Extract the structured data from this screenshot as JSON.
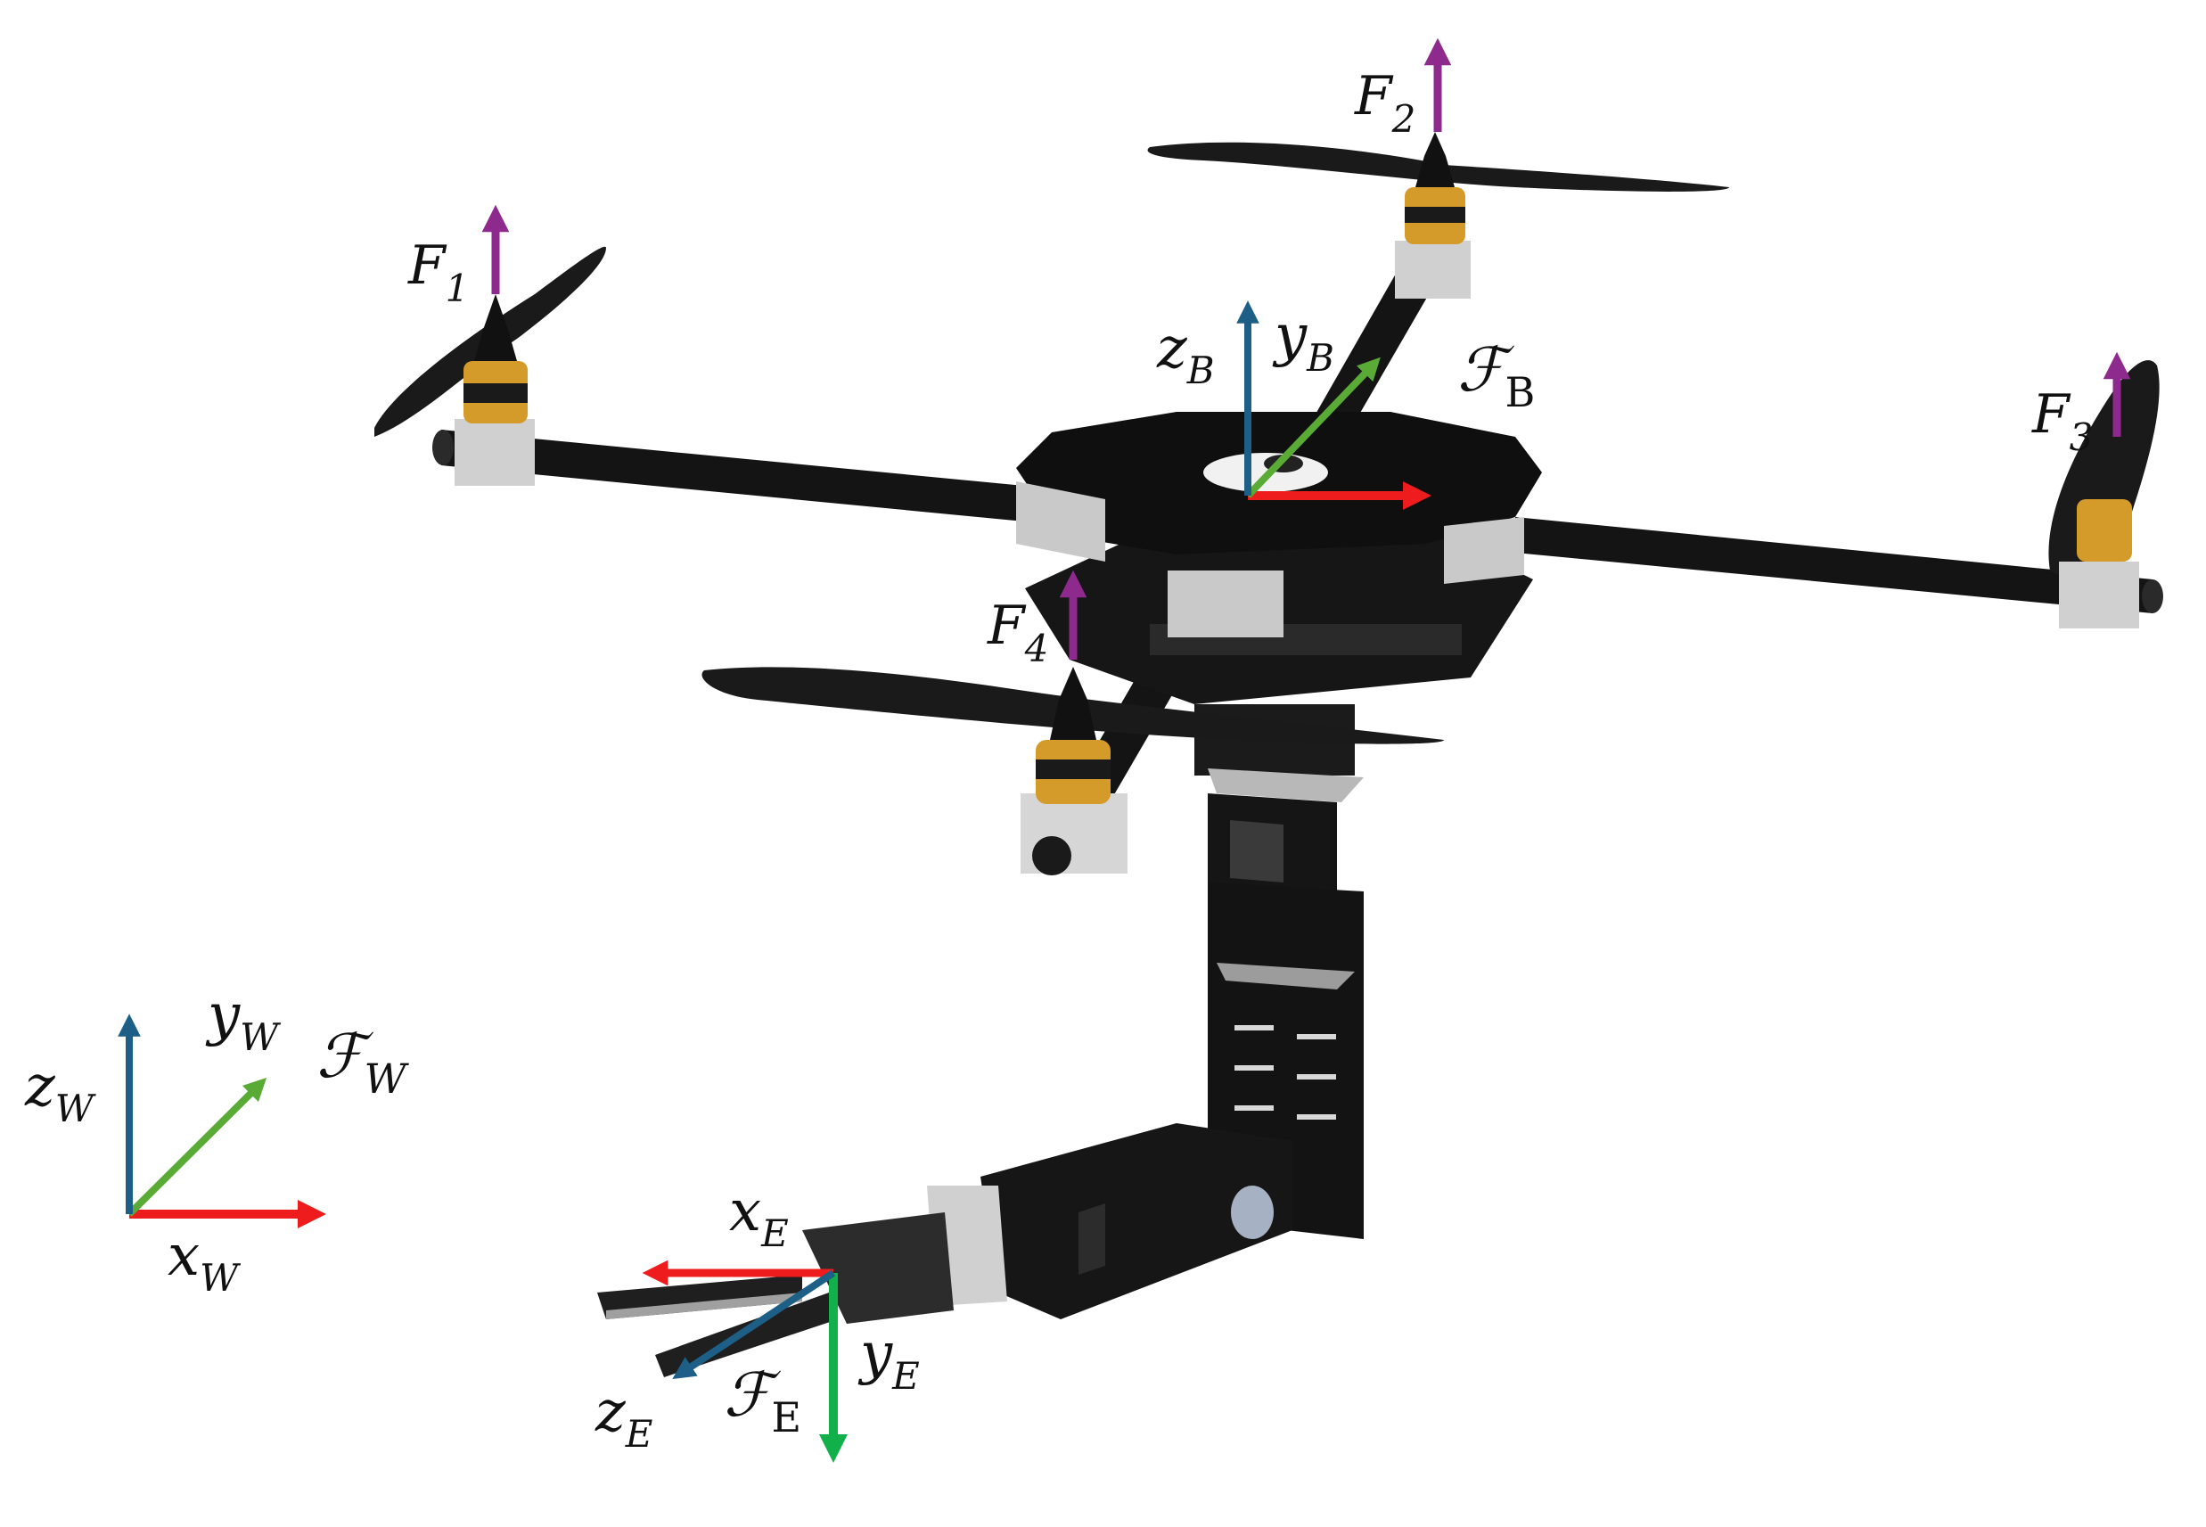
{
  "forces": {
    "f1": {
      "base": "F",
      "sub": "1"
    },
    "f2": {
      "base": "F",
      "sub": "2"
    },
    "f3": {
      "base": "F",
      "sub": "3"
    },
    "f4": {
      "base": "F",
      "sub": "4"
    }
  },
  "frames": {
    "body": {
      "name": "ℱ",
      "sub": "B",
      "x": "",
      "y": "y",
      "y_sub": "B",
      "z": "z",
      "z_sub": "B"
    },
    "world": {
      "name": "ℱ",
      "sub": "W",
      "x": "x",
      "x_sub": "W",
      "y": "y",
      "y_sub": "W",
      "z": "z",
      "z_sub": "W"
    },
    "end_effector": {
      "name": "ℱ",
      "sub": "E",
      "x": "x",
      "x_sub": "E",
      "y": "y",
      "y_sub": "E",
      "z": "z",
      "z_sub": "E"
    }
  },
  "colors": {
    "x_axis": "#ee1c1c",
    "y_axis_world": "#5aab35",
    "y_axis_ee": "#12b04a",
    "z_axis": "#1d5f86",
    "force": "#8e2a8e",
    "body": "#121212",
    "motor": "#d49b2a",
    "mount": "#cfcfcf"
  }
}
